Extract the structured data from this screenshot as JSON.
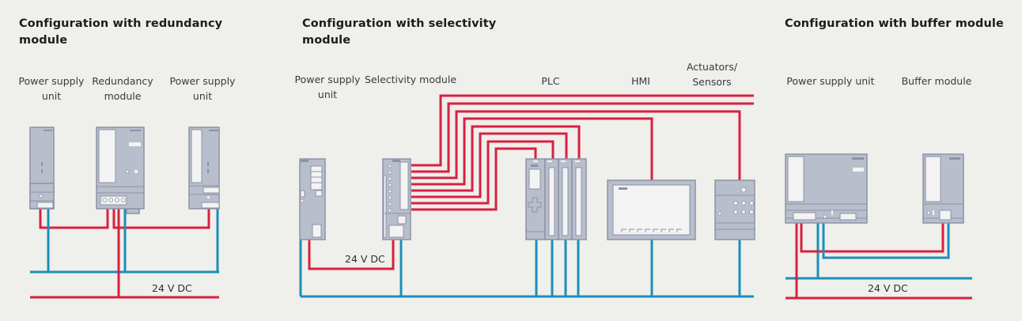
{
  "colors": {
    "background": "#efefeb",
    "positive_wire": "#d9203f",
    "negative_wire": "#1b8fba",
    "device_body": "#b8bdcb",
    "device_stroke": "#8f95a8",
    "device_light": "#f2f2f2"
  },
  "sections": [
    {
      "id": "redundancy",
      "title": "Configuration with redundancy module",
      "labels": [
        "Power supply unit",
        "Redundancy module",
        "Power supply unit"
      ],
      "bus_label": "24 V DC"
    },
    {
      "id": "selectivity",
      "title": "Configuration with selectivity module",
      "labels": [
        "Power supply unit",
        "Selectivity module",
        "PLC",
        "HMI",
        "Actuators/ Sensors"
      ],
      "bus_label": "24 V DC"
    },
    {
      "id": "buffer",
      "title": "Configuration with buffer module",
      "labels": [
        "Power supply unit",
        "Buffer module"
      ],
      "bus_label": "24 V DC"
    }
  ]
}
